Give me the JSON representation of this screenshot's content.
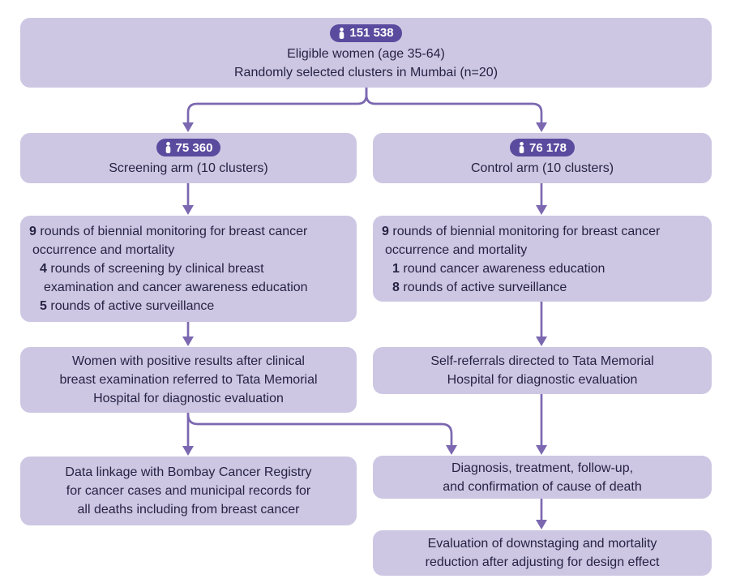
{
  "colors": {
    "box_fill": "#cdc7e3",
    "badge_fill": "#5a4b9e",
    "badge_text": "#ffffff",
    "arrow": "#7b68b0",
    "text": "#272343",
    "bg": "#ffffff"
  },
  "flow": {
    "eligible": {
      "count": "151 538",
      "lines": [
        "Eligible women (age 35-64)",
        "Randomly selected clusters in Mumbai (n=20)"
      ]
    },
    "screening_arm": {
      "count": "75 360",
      "label": "Screening arm (10 clusters)"
    },
    "control_arm": {
      "count": "76 178",
      "label": "Control arm (10 clusters)"
    },
    "screening_monitoring": {
      "lines": [
        {
          "num": "9",
          "text": "rounds of biennial monitoring for breast cancer"
        },
        {
          "num": "",
          "text": "occurrence and mortality"
        },
        {
          "num": "4",
          "text": "rounds of screening by clinical breast"
        },
        {
          "num": "",
          "text": "examination and cancer awareness education"
        },
        {
          "num": "5",
          "text": "rounds of active surveillance"
        }
      ]
    },
    "control_monitoring": {
      "lines": [
        {
          "num": "9",
          "text": "rounds of biennial monitoring for breast cancer"
        },
        {
          "num": "",
          "text": "occurrence and mortality"
        },
        {
          "num": "1",
          "text": "round cancer awareness education"
        },
        {
          "num": "8",
          "text": "rounds of active surveillance"
        }
      ]
    },
    "screening_referral": {
      "lines": [
        "Women with positive results after clinical",
        "breast examination referred to Tata Memorial",
        "Hospital for diagnostic evaluation"
      ]
    },
    "control_referral": {
      "lines": [
        "Self-referrals directed to Tata Memorial",
        "Hospital for diagnostic evaluation"
      ]
    },
    "data_linkage": {
      "lines": [
        "Data linkage with Bombay Cancer Registry",
        "for cancer cases and municipal records for",
        "all deaths including from breast cancer"
      ]
    },
    "diagnosis": {
      "lines": [
        "Diagnosis, treatment, follow-up,",
        "and confirmation of cause of death"
      ]
    },
    "evaluation": {
      "lines": [
        "Evaluation of downstaging and mortality",
        "reduction after adjusting for design effect"
      ]
    }
  }
}
